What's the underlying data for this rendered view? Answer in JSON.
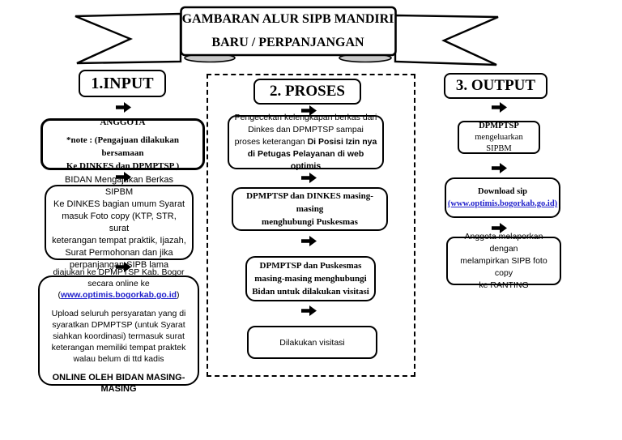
{
  "banner": {
    "title_line1": "GAMBARAN ALUR SIPB MANDIRI",
    "title_line2": "BARU / PERPANJANGAN"
  },
  "colors": {
    "link": "#2222cc",
    "line": "#000000",
    "fold_gray": "#c8c8c8"
  },
  "icons": {
    "flow_arrow": "black right-pointing arrow"
  },
  "columns": {
    "input": {
      "header": "1.INPUT",
      "box1": {
        "title": "ANGGOTA",
        "note": "*note : (Pengajuan dilakukan bersamaan\nKe DINKES dan DPMPTSP )"
      },
      "box2": {
        "text": "BIDAN Mengajukan Berkas SIPBM\nKe DINKES bagian umum Syarat\nmasuk Foto copy (KTP, STR, surat\nketerangan tempat praktik, Ijazah,\nSurat Permohonan dan jika\nperpanjangan SIPB lama"
      },
      "box3": {
        "p1_prefix": "diajukan ke DPMPTSP Kab. Bogor secara online ke (",
        "p1_link": "www.optimis.bogorkab.go.id",
        "p1_suffix": ")",
        "p2": "Upload seluruh persyaratan yang di syaratkan DPMPTSP (untuk Syarat siahkan koordinasi) termasuk surat keterangan memiliki tempat praktek walau belum di ttd kadis",
        "p3": "ONLINE OLEH BIDAN MASING-MASING"
      }
    },
    "proses": {
      "header": "2. PROSES",
      "box1": {
        "regular": "Pengecekan kelengkapan berkas dari Dinkes dan DPMPTSP sampai proses keterangan ",
        "bold": "Di Posisi Izin nya di Petugas Pelayanan  di web optimis"
      },
      "box2": {
        "text": "DPMPTSP dan DINKES masing-masing\nmenghubungi Puskesmas"
      },
      "box3": {
        "text": "DPMPTSP dan Puskesmas\nmasing-masing menghubungi\nBidan untuk dilakukan visitasi"
      },
      "box4": {
        "text": "Dilakukan visitasi"
      }
    },
    "output": {
      "header": "3. OUTPUT",
      "box1": {
        "bold": "DPMPTSP",
        "regular": "mengeluarkan SIPBM"
      },
      "box2": {
        "title": "Download sip",
        "link_line": "(www.optimis.bogorkab.go.id)"
      },
      "box3": {
        "text": "Anggota melaporkan dengan\nmelampirkan SIPB foto copy\nke RANTING"
      }
    }
  }
}
